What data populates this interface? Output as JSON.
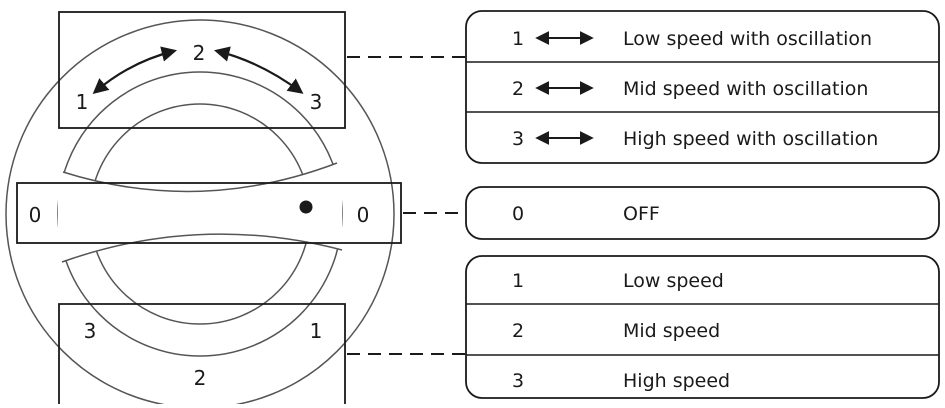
{
  "dial": {
    "top_window": {
      "pos_1": "1",
      "pos_2": "2",
      "pos_3": "3"
    },
    "middle_window": {
      "left": "0",
      "right": "0"
    },
    "bottom_window": {
      "pos_1": "1",
      "pos_2": "2",
      "pos_3": "3"
    }
  },
  "oscillation_table": {
    "rows": [
      {
        "num": "1",
        "icon": "double-arrow-icon",
        "label": "Low speed with oscillation"
      },
      {
        "num": "2",
        "icon": "double-arrow-icon",
        "label": "Mid speed with oscillation"
      },
      {
        "num": "3",
        "icon": "double-arrow-icon",
        "label": "High speed with oscillation"
      }
    ]
  },
  "off_table": {
    "rows": [
      {
        "num": "0",
        "label": "OFF"
      }
    ]
  },
  "speed_table": {
    "rows": [
      {
        "num": "1",
        "label": "Low speed"
      },
      {
        "num": "2",
        "label": "Mid speed"
      },
      {
        "num": "3",
        "label": "High speed"
      }
    ]
  },
  "colors": {
    "line": "#1a1a1a",
    "circle": "#555555"
  }
}
